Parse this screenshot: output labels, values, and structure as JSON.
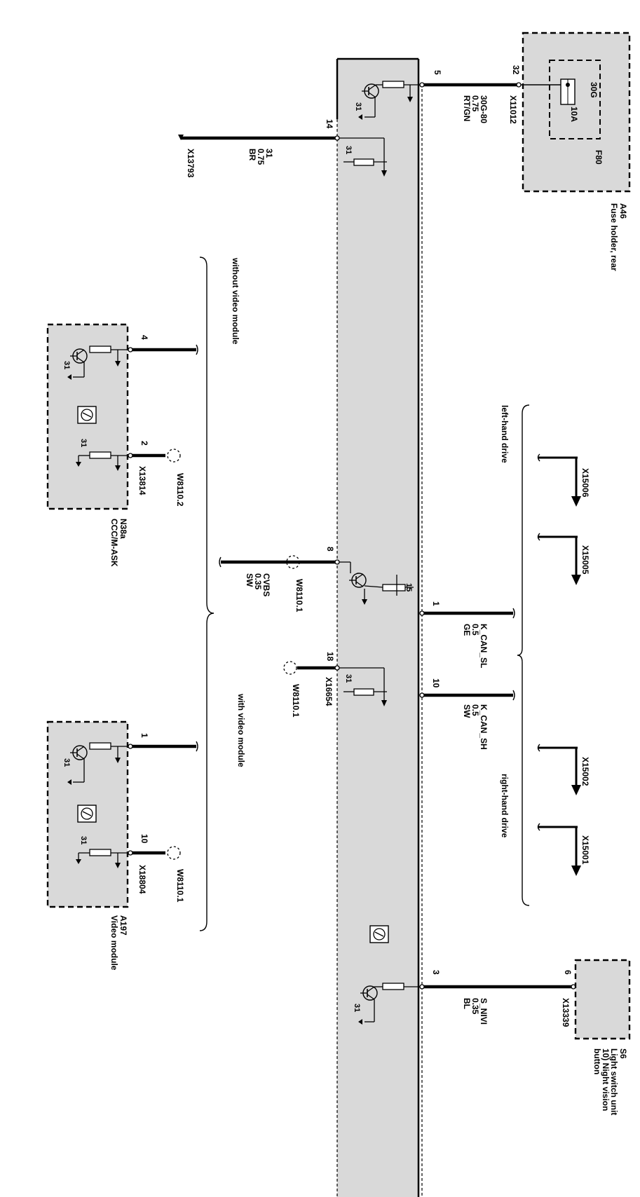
{
  "control_unit": {
    "ground": "31",
    "supply": "15"
  },
  "fuse_holder": {
    "designator": "A46",
    "name": "Fuse holder, rear",
    "fuse_label": "30G",
    "fuse_rating": "10A",
    "fuse_id": "F80",
    "pin": "32",
    "connector": "X11012"
  },
  "wire_power": {
    "pin": "5",
    "name": "30G-80",
    "gauge": "0.75",
    "color": "RT/GN"
  },
  "wire_ground": {
    "pin": "14",
    "name": "31",
    "gauge": "0.75",
    "color": "BR",
    "connector": "X13793"
  },
  "wire_cvbs": {
    "pin": "8",
    "name": "CVBS",
    "gauge": "0.35",
    "color": "SW",
    "splice": "W8110.1"
  },
  "wire_can_low": {
    "pin": "1",
    "name": "K_CAN_SL",
    "gauge": "0.5",
    "color": "GE"
  },
  "wire_can_high": {
    "pin": "10",
    "name": "K_CAN_SH",
    "gauge": "0.5",
    "color": "SW"
  },
  "wire_snvm": {
    "pin": "3",
    "name": "S_NIVI",
    "gauge": "0.35",
    "color": "BL"
  },
  "pin18": {
    "pin": "18",
    "connector": "X16654",
    "splice": "W8110.1"
  },
  "without_video_label": "without video module",
  "with_video_label": "with video module",
  "left_hand_drive": "left-hand drive",
  "right_hand_drive": "right-hand drive",
  "ground_connectors": [
    "X15006",
    "X15005",
    "X15002",
    "X15001"
  ],
  "ccc": {
    "designator": "N38a",
    "name": "CCC/M-ASK",
    "pin_a": "4",
    "pin_b": "2",
    "connector": "X13814",
    "splice": "W8110.2"
  },
  "video_module": {
    "designator": "A197",
    "name": "Video module",
    "pin_a": "1",
    "pin_b": "10",
    "connector": "X18804",
    "splice": "W8110.1"
  },
  "light_switch": {
    "designator": "S6",
    "name_line1": "Light switch unit",
    "name_line2": "10) Night vision",
    "name_line3": "button",
    "pin": "6",
    "connector": "X13339"
  }
}
